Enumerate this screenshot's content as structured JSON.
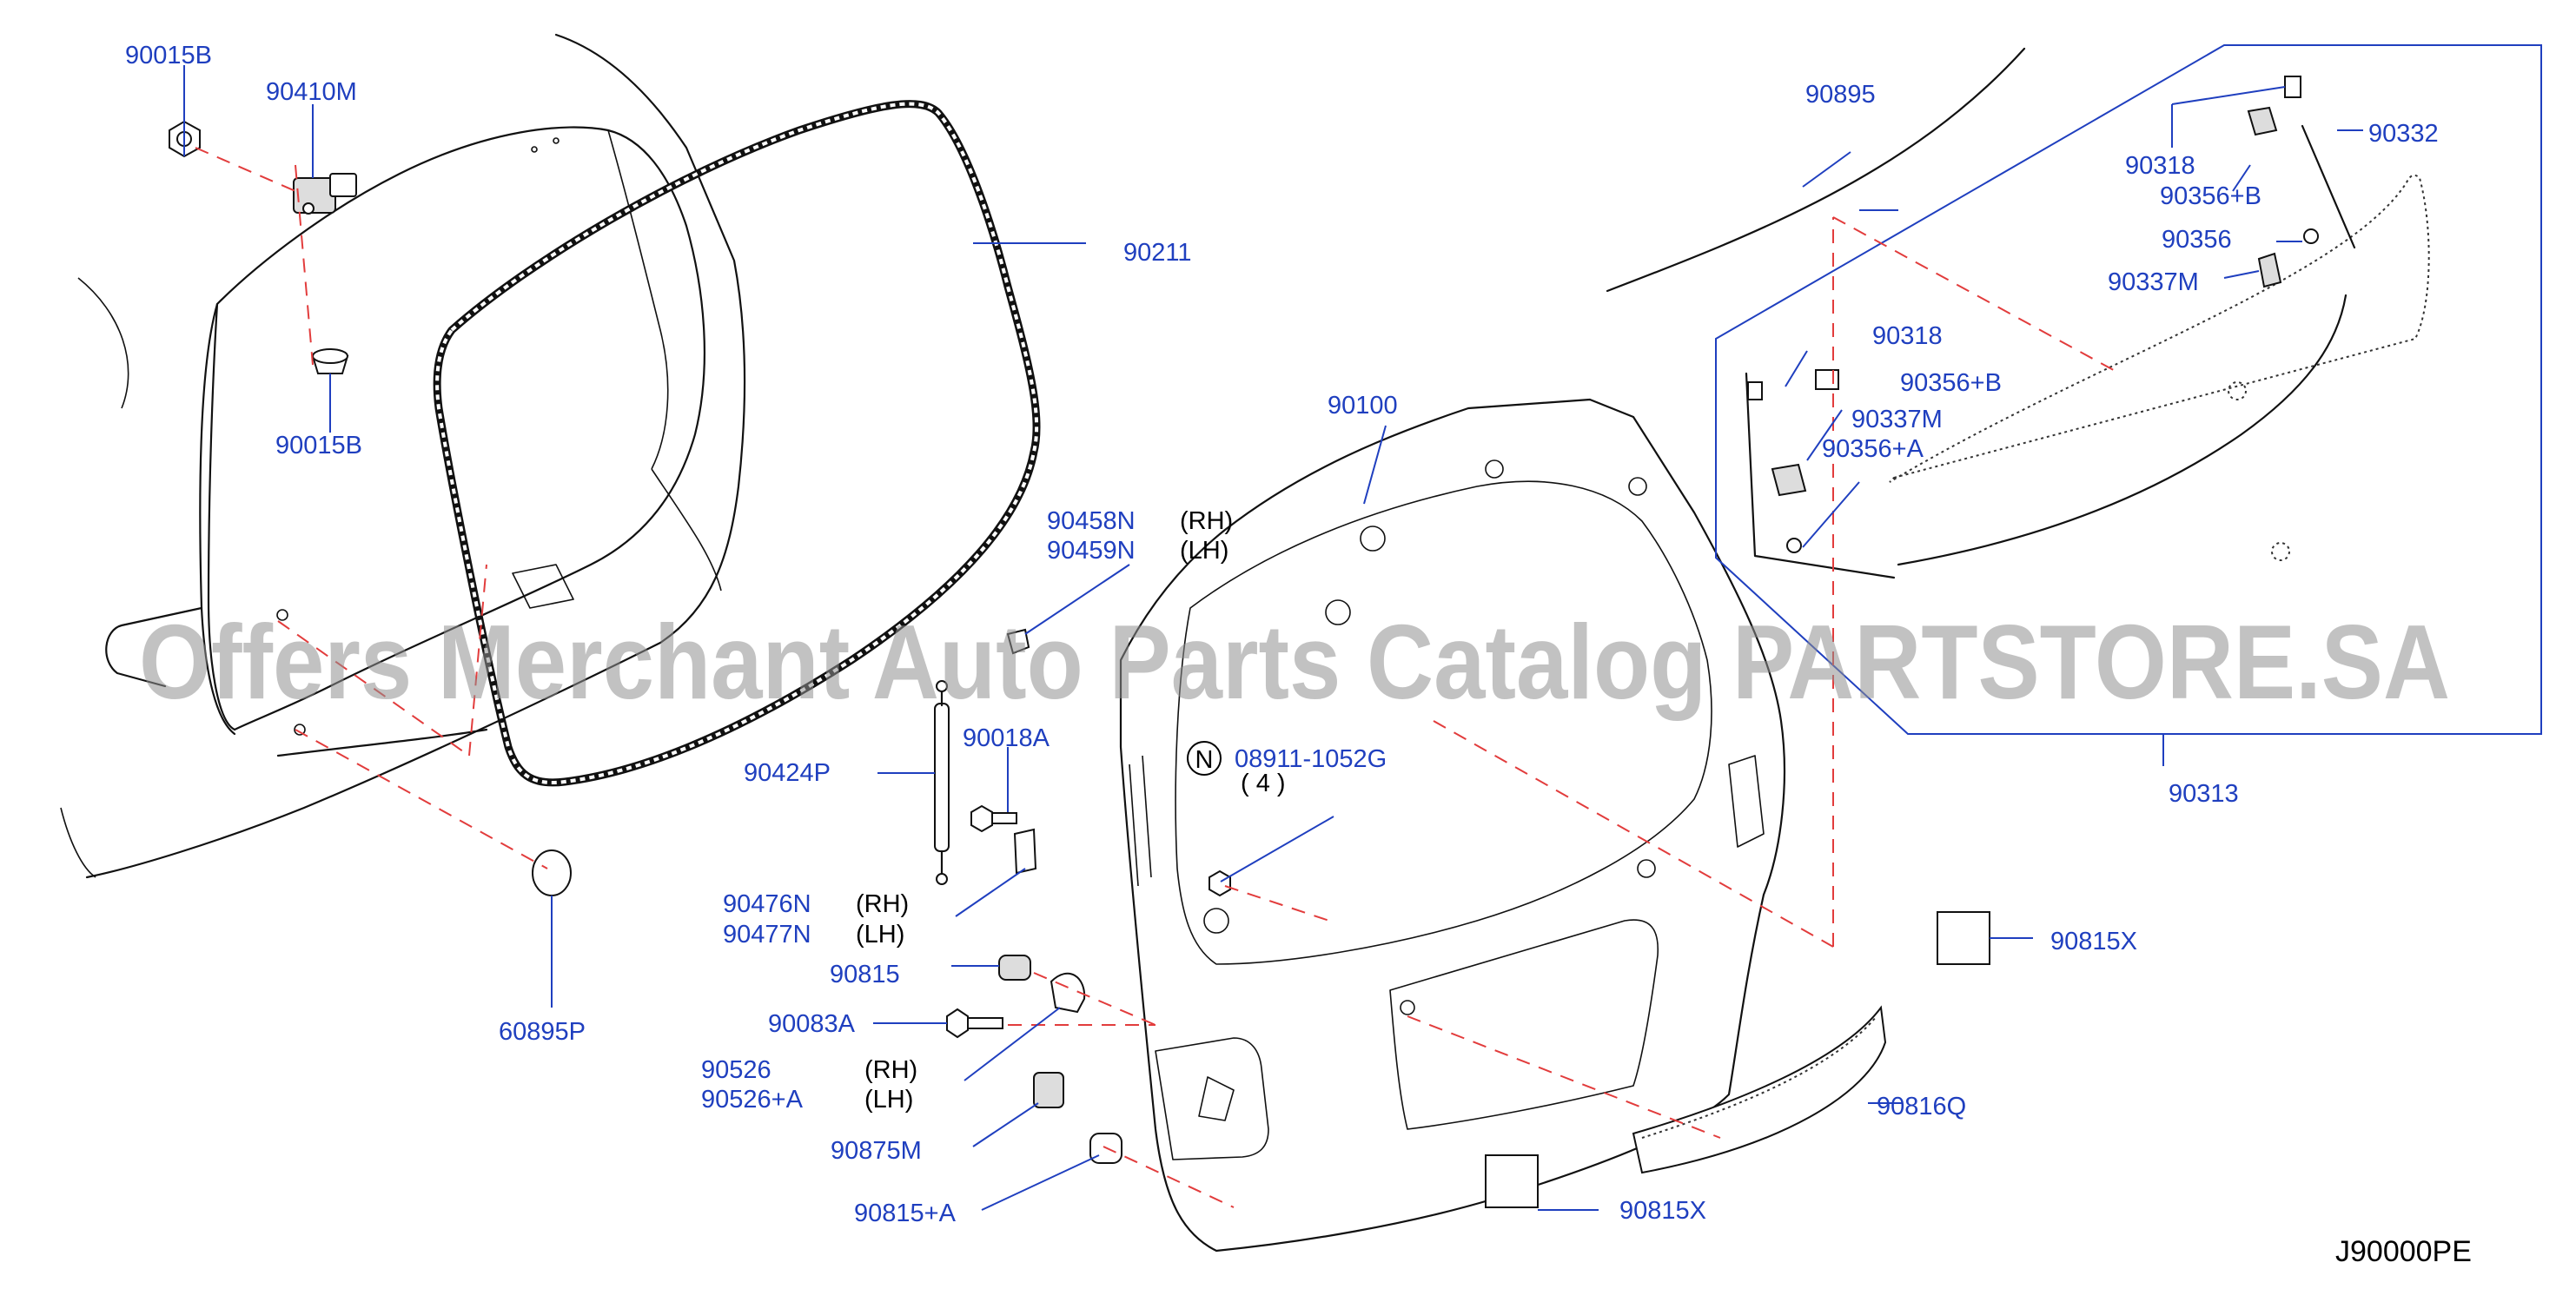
{
  "watermark": "Offers Merchant Auto Parts Catalog PARTSTORE.SA",
  "diagram_code": "J90000PE",
  "callout": {
    "symbol": "N",
    "part": "08911-1052G",
    "qty": "( 4 )"
  },
  "parts": [
    {
      "id": "p1",
      "label": "90015B"
    },
    {
      "id": "p2",
      "label": "90410M"
    },
    {
      "id": "p3",
      "label": "90015B"
    },
    {
      "id": "p4",
      "label": "90211"
    },
    {
      "id": "p5",
      "label": "90100"
    },
    {
      "id": "p6",
      "label": "90458N",
      "side": "(RH)"
    },
    {
      "id": "p7",
      "label": "90459N",
      "side": "(LH)"
    },
    {
      "id": "p8",
      "label": "90018A"
    },
    {
      "id": "p9",
      "label": "90424P"
    },
    {
      "id": "p10",
      "label": "90476N",
      "side": "(RH)"
    },
    {
      "id": "p11",
      "label": "90477N",
      "side": "(LH)"
    },
    {
      "id": "p12",
      "label": "90815"
    },
    {
      "id": "p13",
      "label": "90083A"
    },
    {
      "id": "p14",
      "label": "90526",
      "side": "(RH)"
    },
    {
      "id": "p15",
      "label": "90526+A",
      "side": "(LH)"
    },
    {
      "id": "p16",
      "label": "90875M"
    },
    {
      "id": "p17",
      "label": "90815+A"
    },
    {
      "id": "p18",
      "label": "60895P"
    },
    {
      "id": "p19",
      "label": "90895"
    },
    {
      "id": "p20",
      "label": "90318"
    },
    {
      "id": "p21",
      "label": "90356+B"
    },
    {
      "id": "p22",
      "label": "90356"
    },
    {
      "id": "p23",
      "label": "90337M"
    },
    {
      "id": "p24",
      "label": "90332"
    },
    {
      "id": "p25",
      "label": "90318"
    },
    {
      "id": "p26",
      "label": "90356+B"
    },
    {
      "id": "p27",
      "label": "90337M"
    },
    {
      "id": "p28",
      "label": "90356+A"
    },
    {
      "id": "p29",
      "label": "90313"
    },
    {
      "id": "p30",
      "label": "90815X"
    },
    {
      "id": "p31",
      "label": "90816Q"
    },
    {
      "id": "p32",
      "label": "90815X"
    }
  ]
}
